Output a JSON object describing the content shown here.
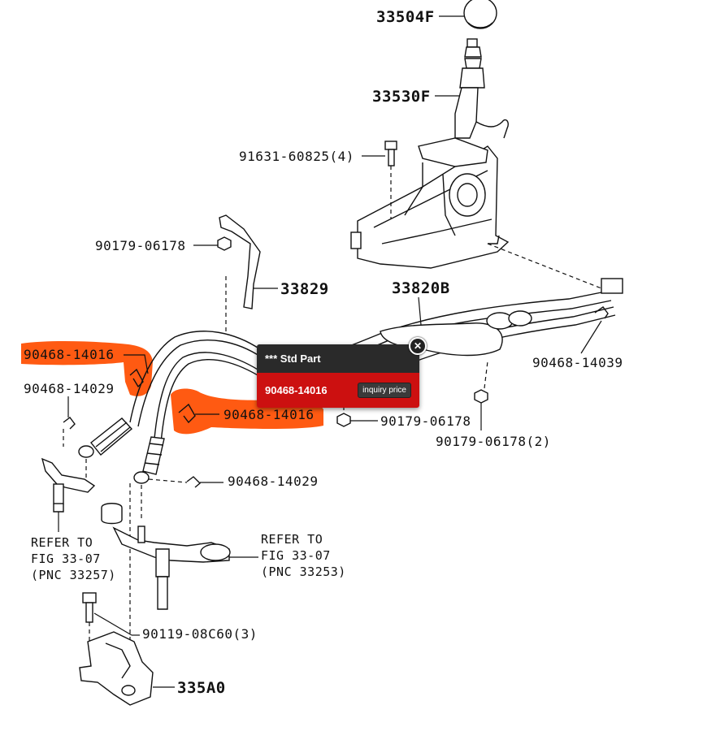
{
  "labels": {
    "knob": "33504F",
    "lever": "33530F",
    "bolt_top": "91631-60825(4)",
    "nut_left": "90179-06178",
    "bracket": "33829",
    "cable_assy": "33820B",
    "clip_top_left": "90468-14016",
    "clip_left": "90468-14029",
    "clip_right": "90468-14039",
    "clip_mid": "90468-14016",
    "nut_mid": "90179-06178",
    "nut_right": "90179-06178(2)",
    "clip_lower": "90468-14029",
    "bolt_bottom": "90119-08C60(3)",
    "base": "335A0",
    "refer_left": [
      "REFER TO",
      "FIG 33-07",
      "(PNC 33257)"
    ],
    "refer_right": [
      "REFER TO",
      "FIG 33-07",
      "(PNC 33253)"
    ]
  },
  "popup": {
    "title": "*** Std Part",
    "part_number": "90468-14016",
    "button": "inquiry price",
    "close_icon": "close-icon"
  },
  "colors": {
    "highlight": "#ff5a12",
    "popup_header": "#2a2a2a",
    "popup_body": "#cc1010"
  }
}
